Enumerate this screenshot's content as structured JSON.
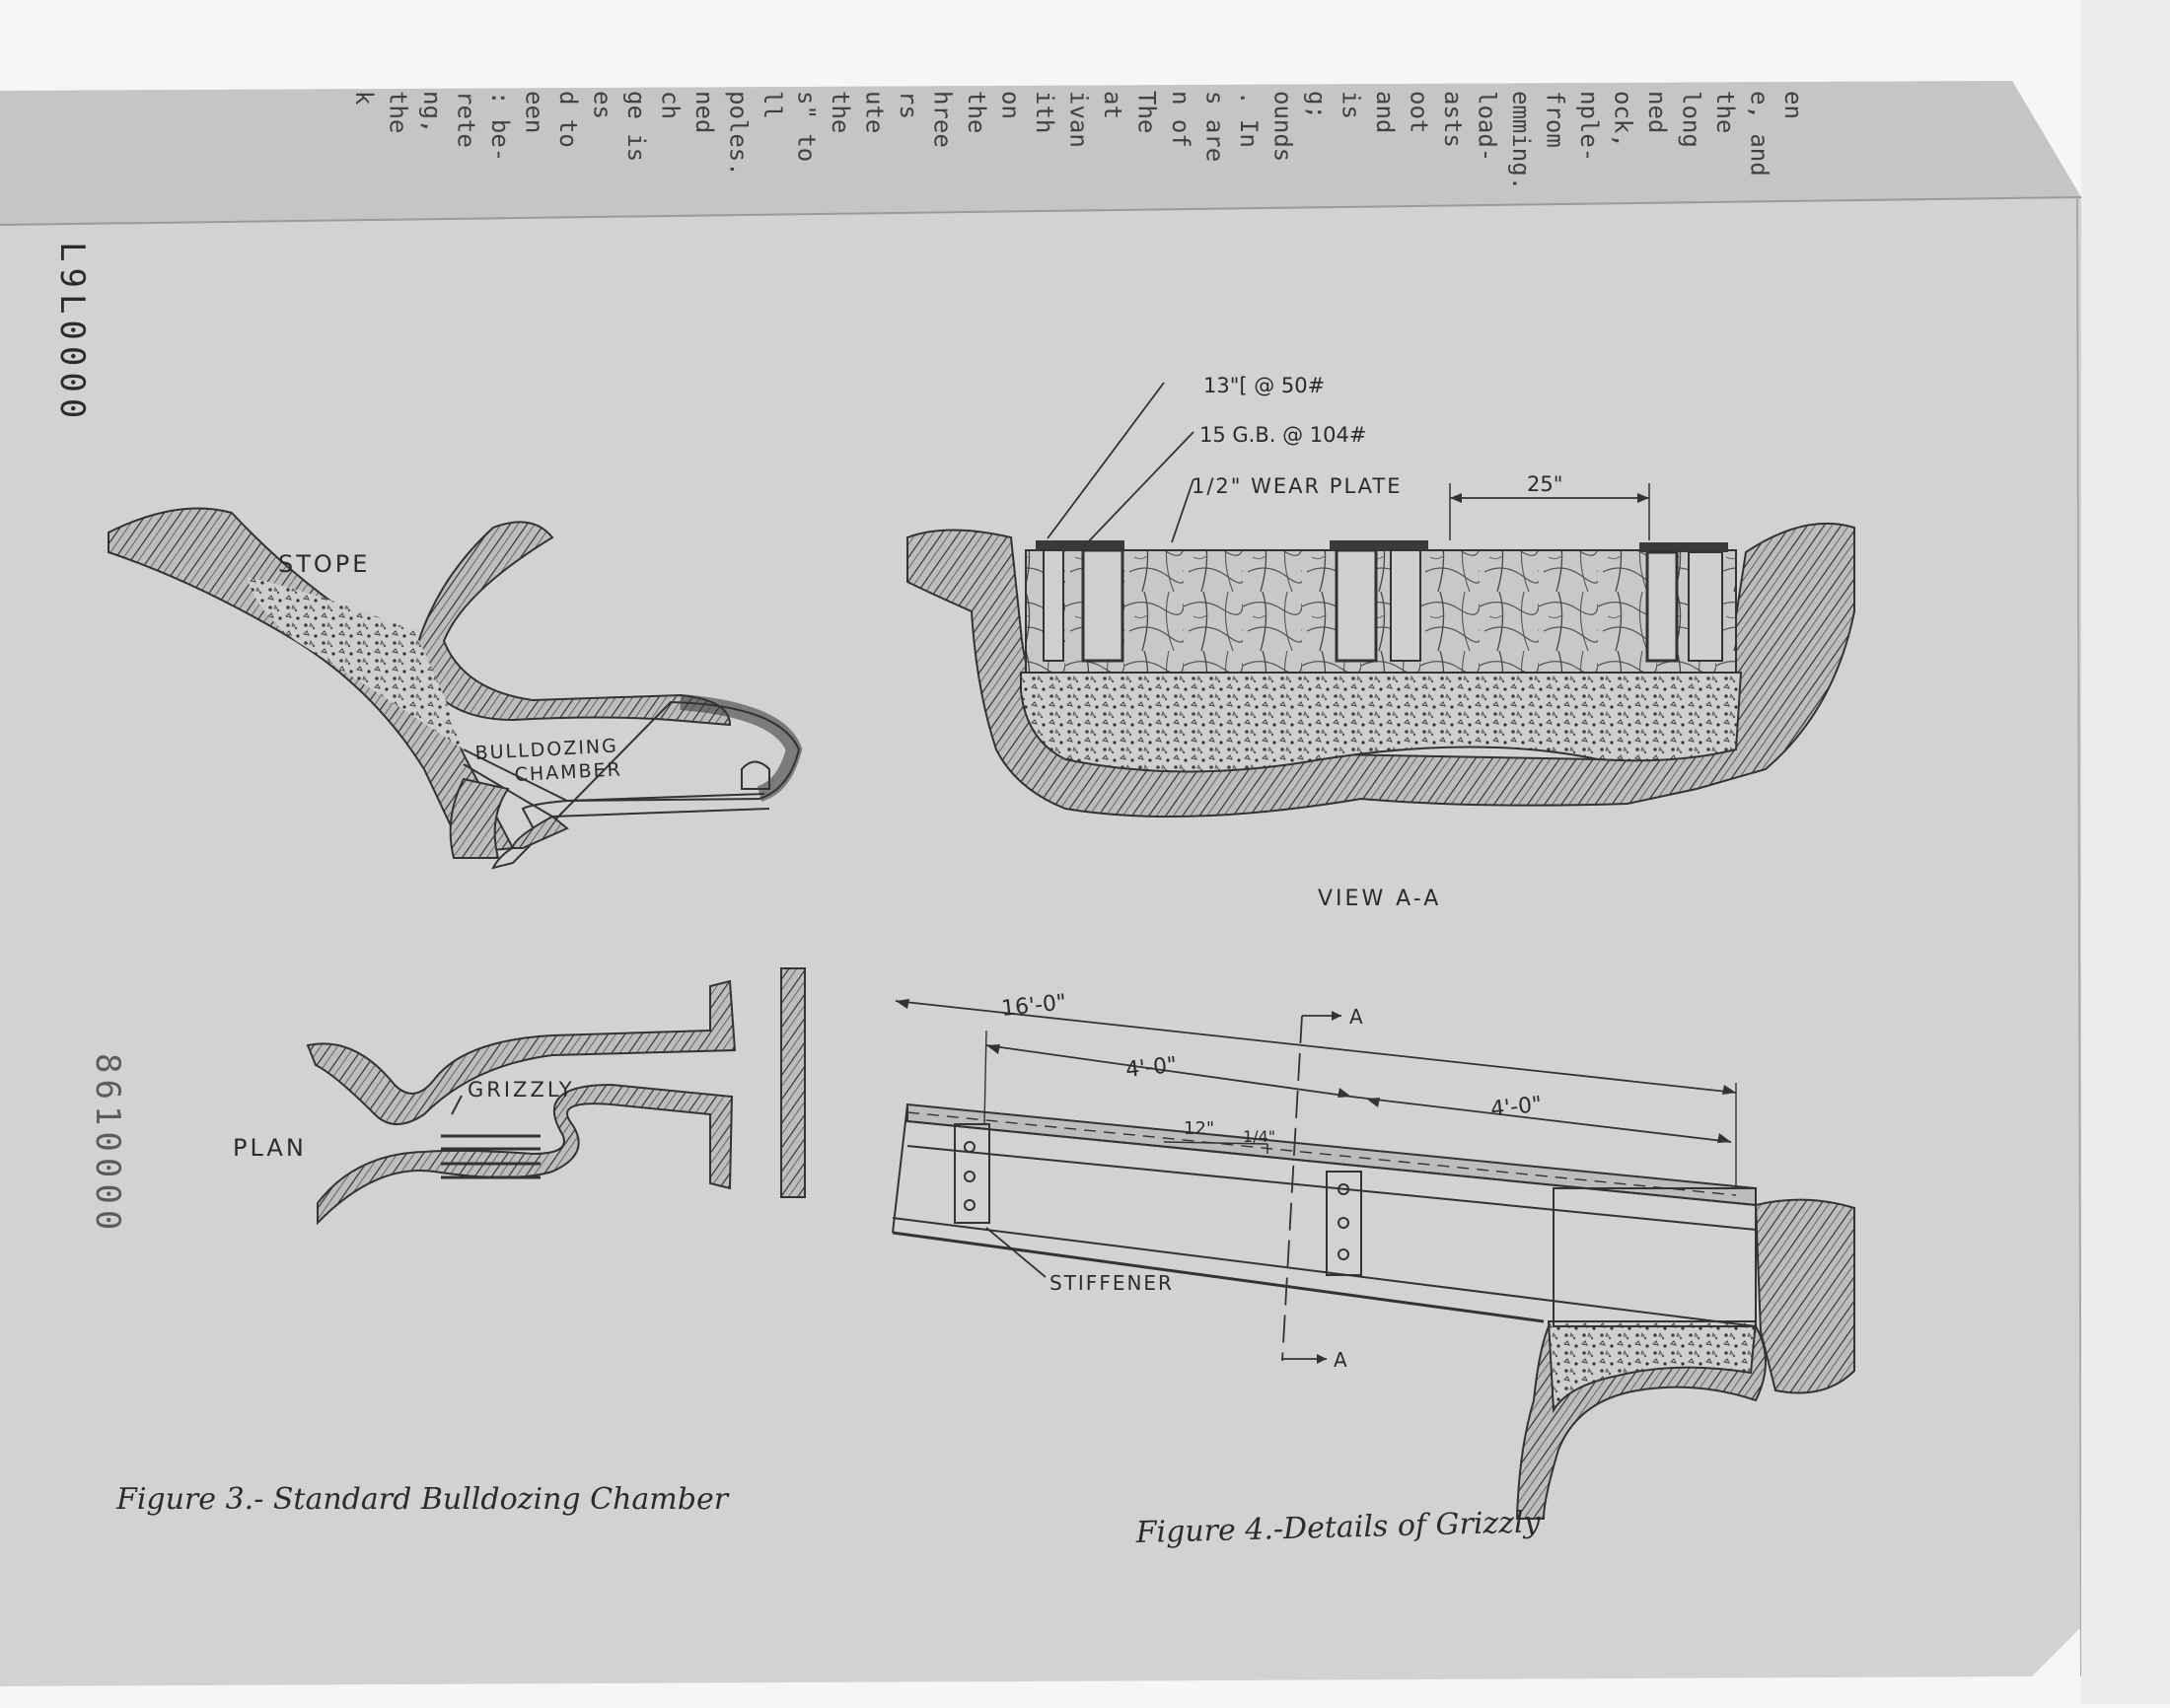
{
  "bleed_text_lines": [
    "en",
    "e, and",
    "the",
    "long",
    "ned",
    "ock,",
    "nple-",
    "from",
    "emming.",
    "load-",
    "asts",
    "oot",
    "and",
    "is",
    "g;",
    "ounds",
    ". In",
    "s are",
    "n of",
    "The",
    "at",
    "ivan",
    "ith",
    "on",
    "the",
    "hree",
    "rs",
    "ute",
    "the",
    "s\" to",
    "ll",
    "poles.",
    "ned",
    "ch",
    "ge is",
    "es",
    "d to",
    "een",
    ": be-",
    "rete",
    "ng,",
    "the",
    "k"
  ],
  "stamps": {
    "side_number_1": "L9L0000",
    "side_number_2": "8610000"
  },
  "figure3": {
    "label_stope": "STOPE",
    "label_chamber_line1": "BULLDOZING",
    "label_chamber_line2": "CHAMBER",
    "label_plan": "PLAN",
    "label_grizzly": "GRIZZLY",
    "caption": "Figure 3.- Standard Bulldozing Chamber"
  },
  "figure4": {
    "callout_channel": "13\"[ @ 50#",
    "callout_girder": "15 G.B. @ 104#",
    "callout_wearplate": "1/2\" WEAR  PLATE",
    "dim_spacing": "25\"",
    "view_label": "VIEW  A-A",
    "dim_total": "16'-0\"",
    "dim_left": "4'-0\"",
    "dim_right": "4'-0\"",
    "slope_run": "12\"",
    "slope_rise": "1/4\"",
    "section_marker": "A",
    "label_stiffener": "STIFFENER",
    "caption": "Figure 4.-Details of Grizzly"
  }
}
